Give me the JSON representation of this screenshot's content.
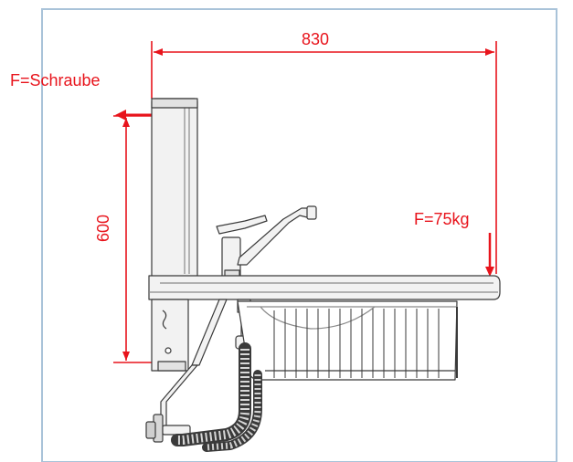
{
  "labels": {
    "force_screw": "F=Schraube",
    "force_weight": "F=75kg",
    "width_dimension": "830",
    "height_dimension": "600"
  },
  "colors": {
    "dimension_red": "#e8141c",
    "frame_blue": "#a9c3d9",
    "outline_dark": "#3a3a3a",
    "fill_light": "#f2f2f2"
  },
  "icons": {
    "force_arrow": "arrow",
    "faucet": "mixer-tap",
    "basket": "wire-basket",
    "drain_hose": "corrugated-hose"
  }
}
